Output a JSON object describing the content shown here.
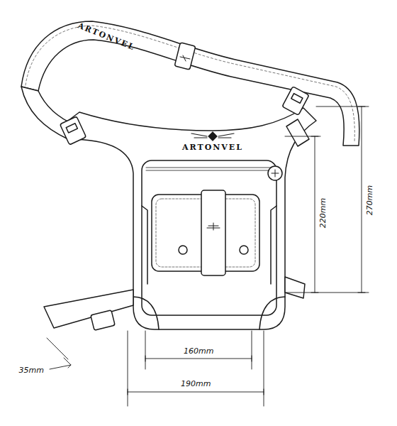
{
  "diagram": {
    "labels": [
      "ARTONVEL",
      "ARTONVEL",
      "220mm",
      "270mm",
      "160mm",
      "190mm",
      "35mm"
    ]
  }
}
